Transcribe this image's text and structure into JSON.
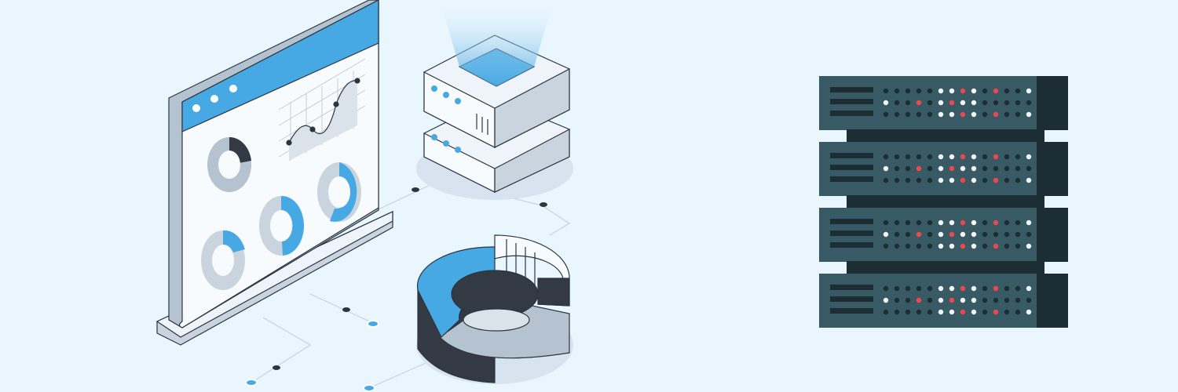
{
  "colors": {
    "background": "#eaf6fe",
    "accent_blue": "#47a9e3",
    "rack_face": "#385a64",
    "rack_dark": "#1c2d34",
    "led_off": "#1c2d34",
    "led_on": "#f4f6f7",
    "led_alert": "#f0464f",
    "outline": "#2b3540",
    "panel_light": "#f7fbfe",
    "panel_gray": "#c9d4df",
    "chart_dark": "#333a44"
  },
  "server_rack": {
    "units": [
      {},
      {},
      {},
      {}
    ],
    "led_rows": [
      "dddddwwrwdrddw",
      "wddrdwrwwddddd",
      "dddddwwrwdrddw"
    ]
  }
}
